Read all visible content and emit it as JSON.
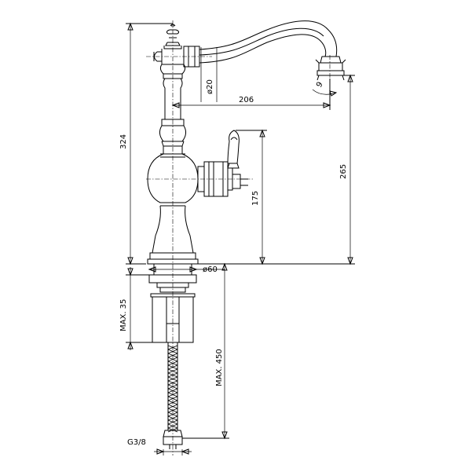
{
  "drawing": {
    "type": "technical-drawing",
    "subject": "faucet",
    "dimensions": {
      "d20": "ø20",
      "d206": "206",
      "d9": "9",
      "d324": "324",
      "d265": "265",
      "d175": "175",
      "d60": "ø60",
      "dmax35": "MAX. 35",
      "dmax450": "MAX. 450",
      "dthread": "G3/8"
    }
  }
}
